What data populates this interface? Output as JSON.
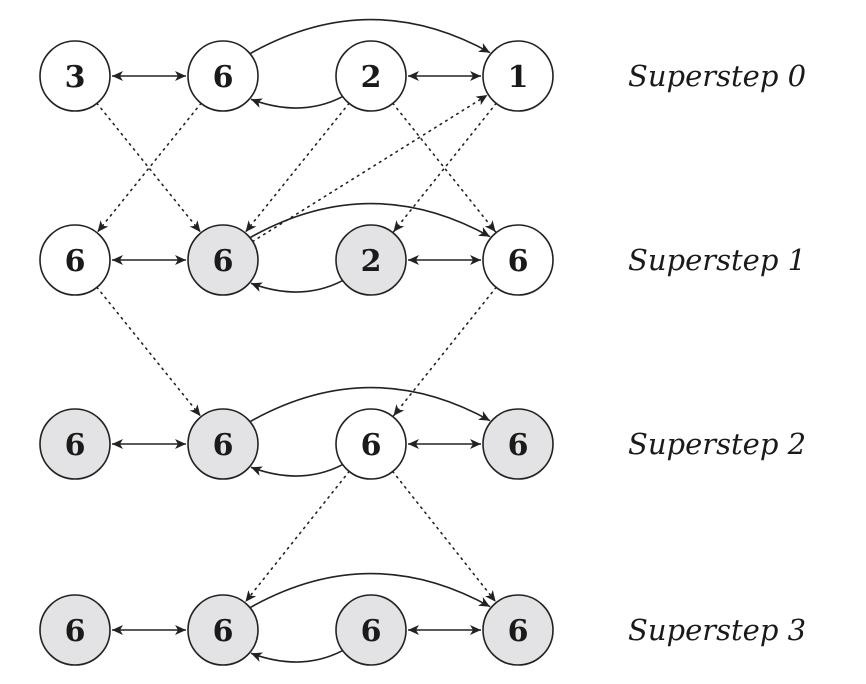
{
  "title": "Pregel maximum value propagation across supersteps",
  "colors": {
    "active_fill": "#ffffff",
    "halted_fill": "#e3e3e5",
    "stroke": "#222222"
  },
  "supersteps": [
    {
      "label": "Superstep 0",
      "nodes": [
        {
          "value": "3",
          "halted": false
        },
        {
          "value": "6",
          "halted": false
        },
        {
          "value": "2",
          "halted": false
        },
        {
          "value": "1",
          "halted": false
        }
      ]
    },
    {
      "label": "Superstep 1",
      "nodes": [
        {
          "value": "6",
          "halted": false
        },
        {
          "value": "6",
          "halted": true
        },
        {
          "value": "2",
          "halted": true
        },
        {
          "value": "6",
          "halted": false
        }
      ]
    },
    {
      "label": "Superstep 2",
      "nodes": [
        {
          "value": "6",
          "halted": true
        },
        {
          "value": "6",
          "halted": true
        },
        {
          "value": "6",
          "halted": false
        },
        {
          "value": "6",
          "halted": true
        }
      ]
    },
    {
      "label": "Superstep 3",
      "nodes": [
        {
          "value": "6",
          "halted": true
        },
        {
          "value": "6",
          "halted": true
        },
        {
          "value": "6",
          "halted": true
        },
        {
          "value": "6",
          "halted": true
        }
      ]
    }
  ],
  "graph_edges": [
    {
      "from": 0,
      "to": 1,
      "type": "bidirectional"
    },
    {
      "from": 2,
      "to": 3,
      "type": "bidirectional"
    },
    {
      "from": 1,
      "to": 3,
      "type": "directed-arc-over"
    },
    {
      "from": 2,
      "to": 1,
      "type": "directed-arc-under"
    }
  ],
  "messages": [
    {
      "step": 0,
      "from": 0,
      "to": 1
    },
    {
      "step": 0,
      "from": 1,
      "to": 0
    },
    {
      "step": 0,
      "from": 2,
      "to": 1
    },
    {
      "step": 0,
      "from": 2,
      "to": 3
    },
    {
      "step": 0,
      "from": 3,
      "to": 2
    },
    {
      "step": 0,
      "from": 3,
      "to": 1,
      "reverse_arrow": true
    },
    {
      "step": 1,
      "from": 0,
      "to": 1
    },
    {
      "step": 1,
      "from": 3,
      "to": 2
    },
    {
      "step": 2,
      "from": 2,
      "to": 1
    },
    {
      "step": 2,
      "from": 2,
      "to": 3
    }
  ]
}
